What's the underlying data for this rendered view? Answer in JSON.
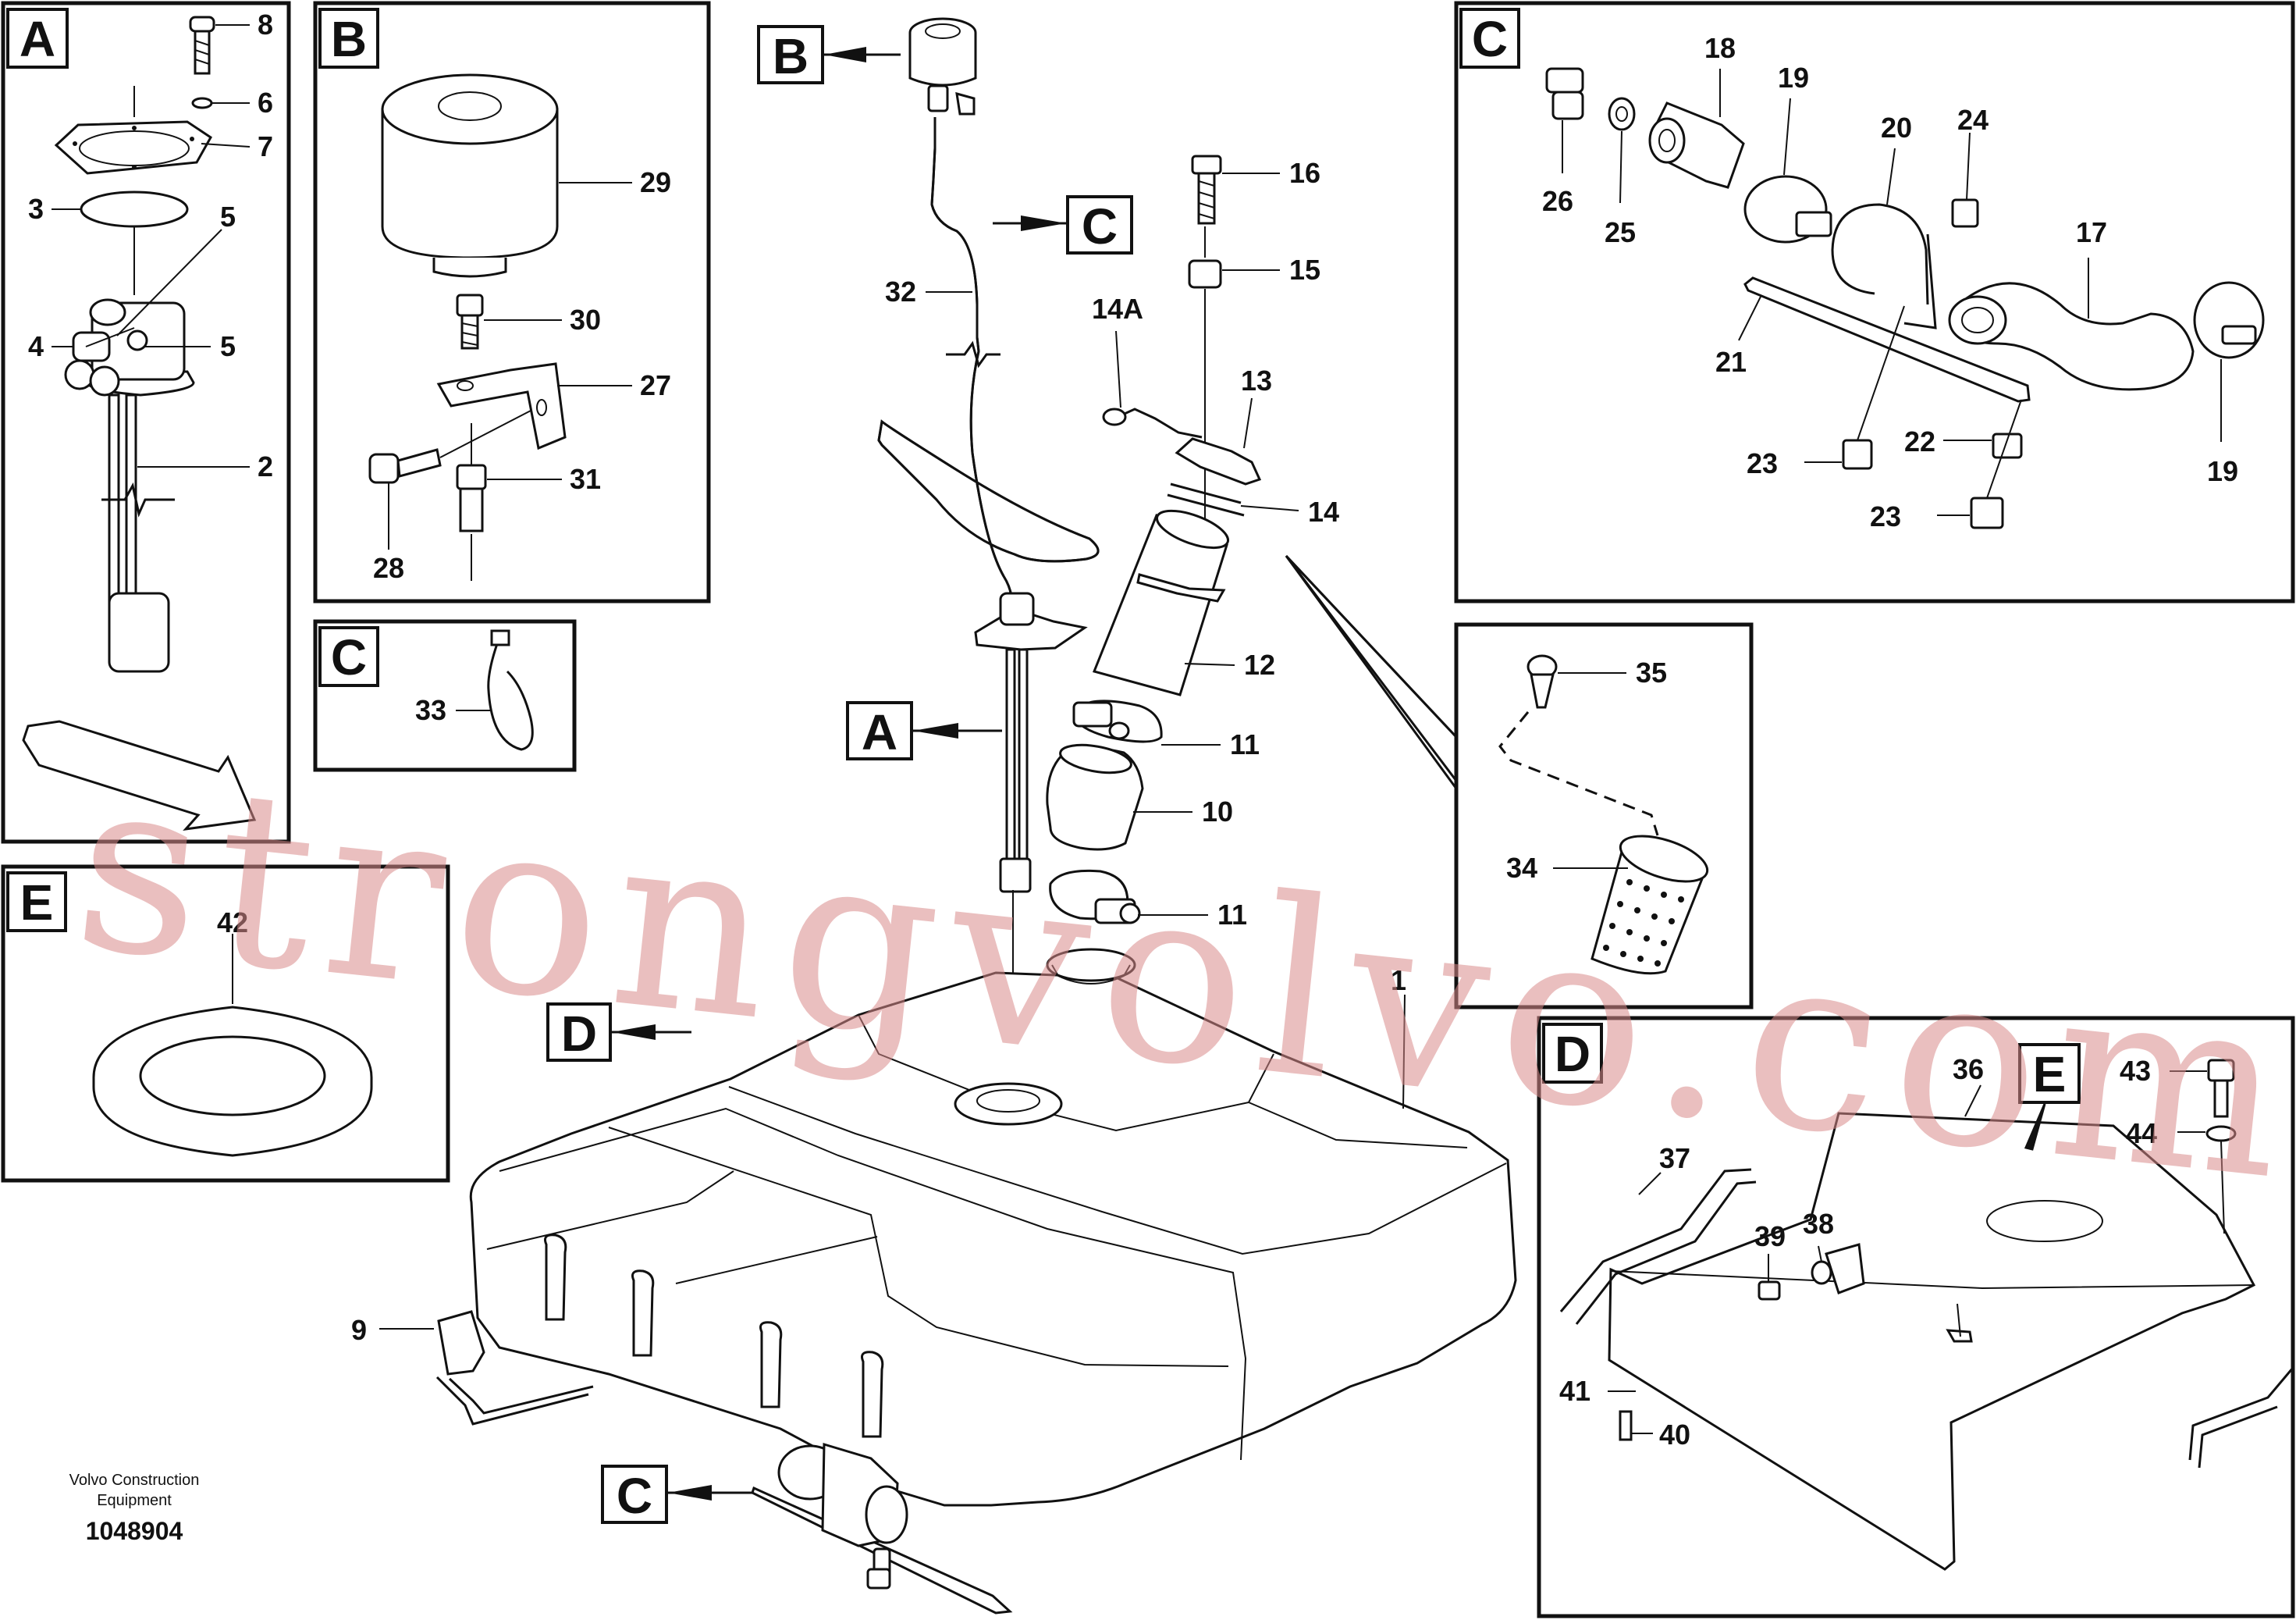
{
  "panels": {
    "A": "A",
    "B": "B",
    "C": "C",
    "C_small": "C",
    "E": "E",
    "D": "D"
  },
  "main_labels": {
    "B": "B",
    "C_top": "C",
    "A": "A",
    "D": "D",
    "C_bottom": "C",
    "E": "E"
  },
  "callouts": {
    "n1": "1",
    "n2": "2",
    "n3": "3",
    "n4": "4",
    "n5a": "5",
    "n5b": "5",
    "n6": "6",
    "n7": "7",
    "n8": "8",
    "n9": "9",
    "n10": "10",
    "n11a": "11",
    "n11b": "11",
    "n12": "12",
    "n13": "13",
    "n14": "14",
    "n14A": "14A",
    "n15": "15",
    "n16": "16",
    "n17": "17",
    "n18": "18",
    "n19a": "19",
    "n19b": "19",
    "n20": "20",
    "n21": "21",
    "n22": "22",
    "n23a": "23",
    "n23b": "23",
    "n24": "24",
    "n25": "25",
    "n26": "26",
    "n27": "27",
    "n28": "28",
    "n29": "29",
    "n30": "30",
    "n31": "31",
    "n32": "32",
    "n33": "33",
    "n34": "34",
    "n35": "35",
    "n36": "36",
    "n37": "37",
    "n38": "38",
    "n39": "39",
    "n40": "40",
    "n41": "41",
    "n42": "42",
    "n43": "43",
    "n44": "44"
  },
  "footer": {
    "line1": "Volvo Construction",
    "line2": "Equipment",
    "drawing_number": "1048904"
  },
  "watermark": "strongvolvo.com",
  "colors": {
    "ink": "#111111",
    "watermark": "#d98a8a",
    "background": "#ffffff"
  }
}
